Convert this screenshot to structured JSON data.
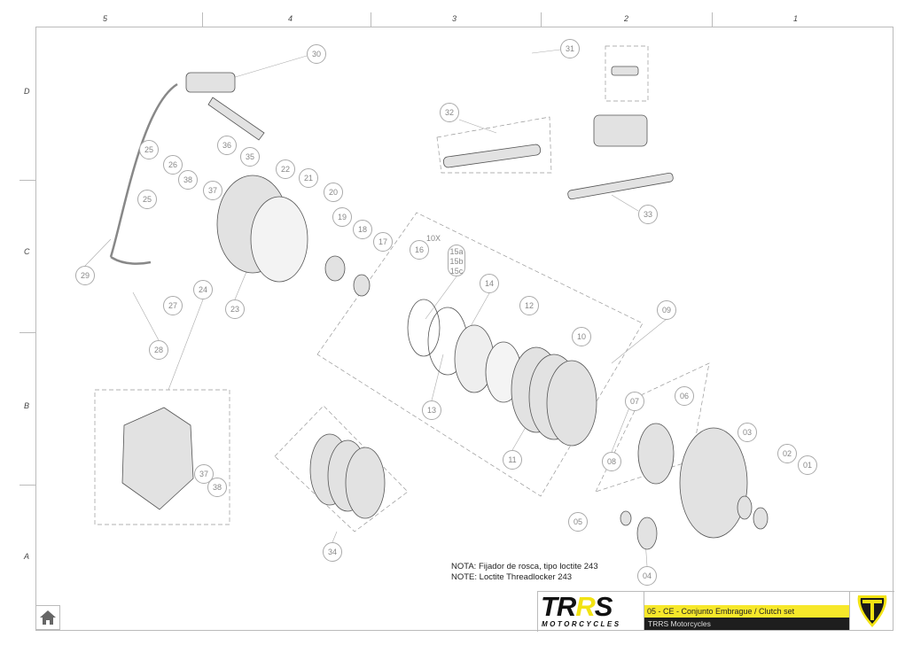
{
  "grid": {
    "columns": [
      "5",
      "4",
      "3",
      "2",
      "1"
    ],
    "rows": [
      "D",
      "C",
      "B",
      "A"
    ]
  },
  "callouts": {
    "c30": "30",
    "c31": "31",
    "c32": "32",
    "c33": "33",
    "c25a": "25",
    "c36": "36",
    "c26": "26",
    "c35": "35",
    "c22": "22",
    "c21": "21",
    "c38a": "38",
    "c37a": "37",
    "c20": "20",
    "c25b": "25",
    "c19": "19",
    "c18": "18",
    "c17": "17",
    "c16": "16",
    "c14": "14",
    "c12": "12",
    "c09": "09",
    "c10": "10",
    "c29": "29",
    "c24": "24",
    "c27": "27",
    "c23": "23",
    "c28": "28",
    "c13": "13",
    "c07": "07",
    "c06": "06",
    "c11": "11",
    "c08": "08",
    "c03": "03",
    "c02": "02",
    "c01": "01",
    "c37b": "37",
    "c38b": "38",
    "c05": "05",
    "c34": "34",
    "c04": "04"
  },
  "multi_callout": [
    "15a",
    "15b",
    "15c"
  ],
  "quantity_label": "10X",
  "notes": {
    "es": "NOTA:  Fijador de rosca, tipo loctite 243",
    "en": "NOTE: Loctite Threadlocker 243"
  },
  "title_block": {
    "logo_main_1": "TR",
    "logo_main_2": "R",
    "logo_main_3": "S",
    "logo_sub": "MOTORCYCLES",
    "title": "05 - CE - Conjunto Embrague / Clutch set",
    "company": "TRRS Motorcycles"
  },
  "colors": {
    "brand_yellow": "#f7e82a",
    "dark": "#1e1e1e"
  },
  "icons": {
    "home": "home-icon",
    "emblem": "trrs-shield-emblem"
  }
}
